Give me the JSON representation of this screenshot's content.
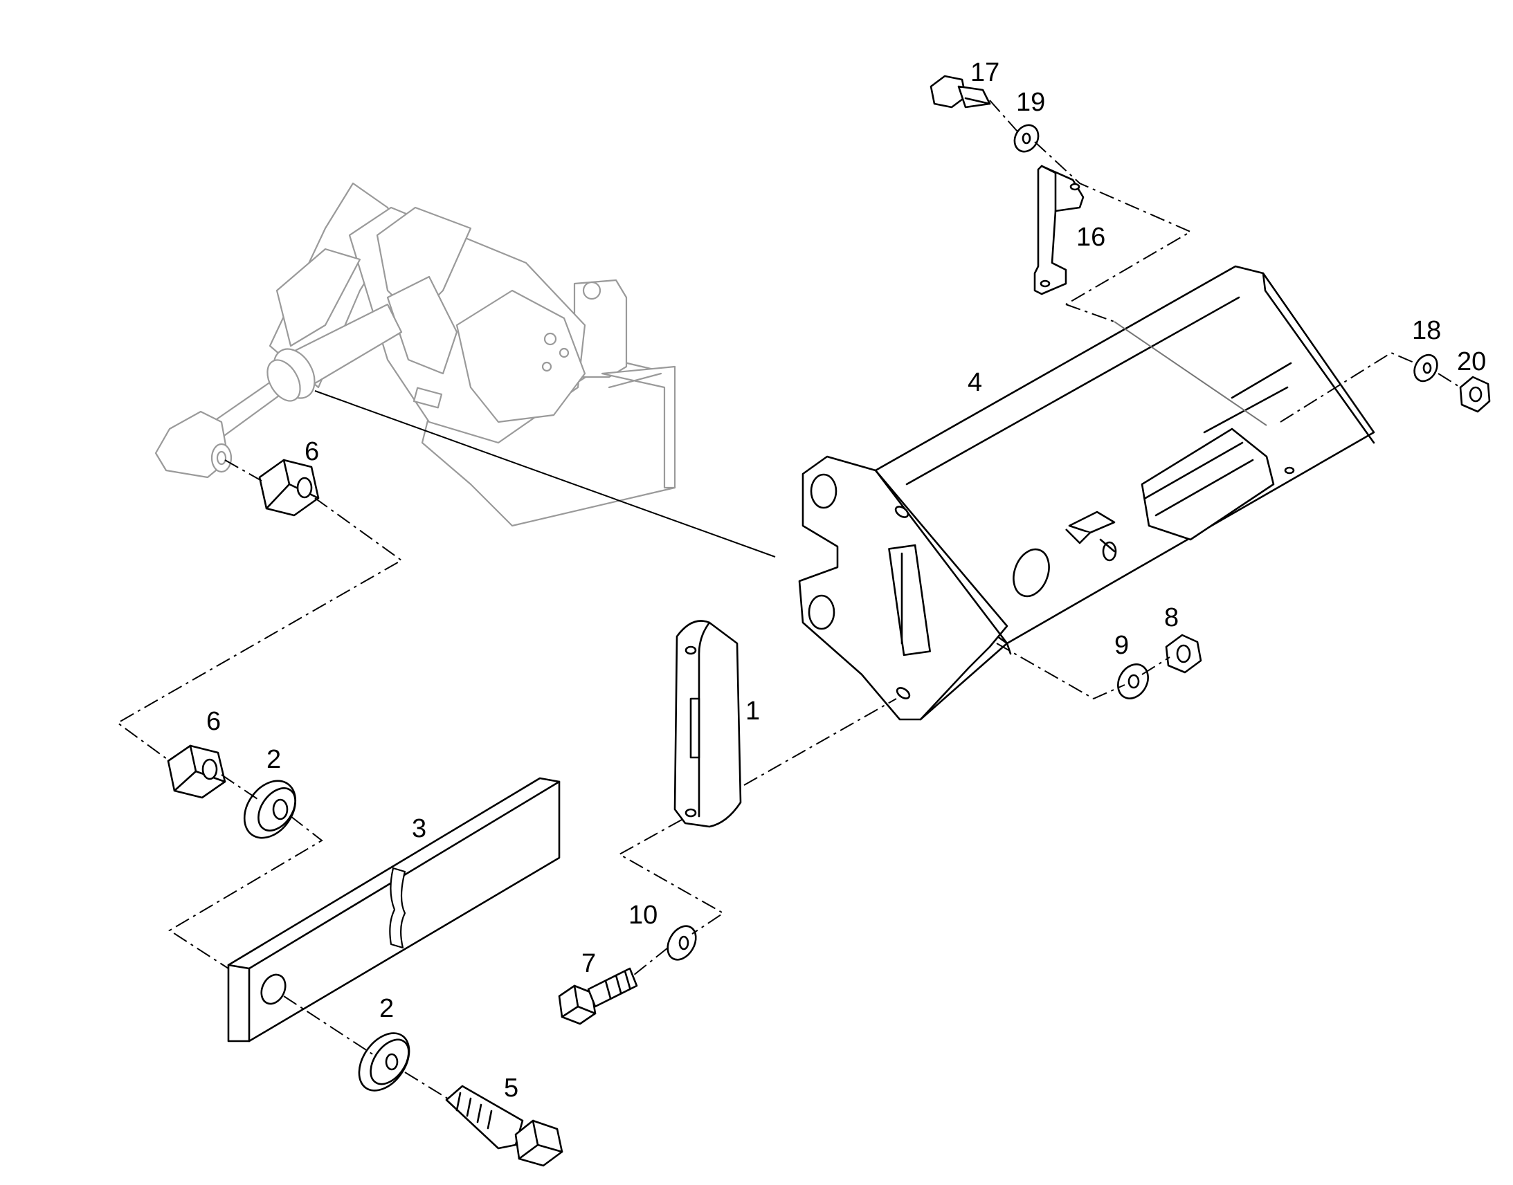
{
  "callouts": {
    "c1": "1",
    "c2a": "2",
    "c2b": "2",
    "c3": "3",
    "c4": "4",
    "c5": "5",
    "c6a": "6",
    "c6b": "6",
    "c7": "7",
    "c8": "8",
    "c9": "9",
    "c10": "10",
    "c16": "16",
    "c17": "17",
    "c18": "18",
    "c19": "19",
    "c20": "20"
  },
  "parts": [
    {
      "name": "spacer-block",
      "callout": "1"
    },
    {
      "name": "washer",
      "callout": "2"
    },
    {
      "name": "bar",
      "callout": "3"
    },
    {
      "name": "bracket-housing",
      "callout": "4"
    },
    {
      "name": "hex-bolt",
      "callout": "5"
    },
    {
      "name": "hex-nut",
      "callout": "6"
    },
    {
      "name": "hex-bolt-small",
      "callout": "7"
    },
    {
      "name": "lock-nut",
      "callout": "8"
    },
    {
      "name": "washer-small",
      "callout": "9"
    },
    {
      "name": "washer-small",
      "callout": "10"
    },
    {
      "name": "mounting-clip",
      "callout": "16"
    },
    {
      "name": "bolt",
      "callout": "17"
    },
    {
      "name": "washer-small",
      "callout": "18"
    },
    {
      "name": "washer-small",
      "callout": "19"
    },
    {
      "name": "nut",
      "callout": "20"
    }
  ]
}
